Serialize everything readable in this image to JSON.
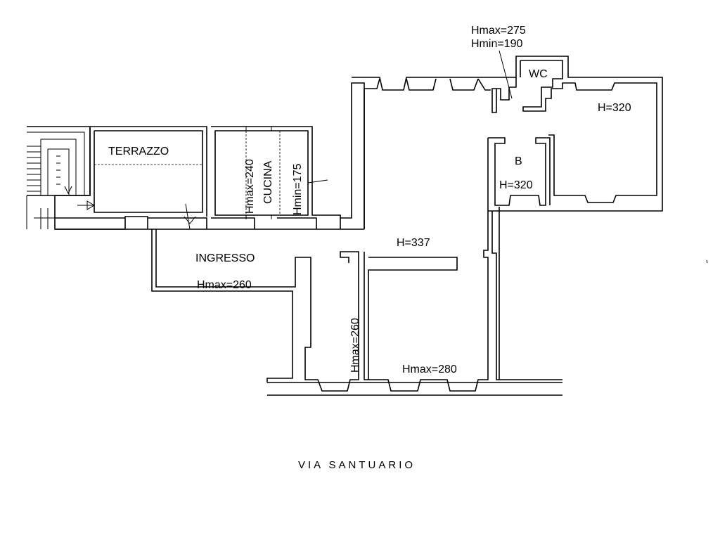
{
  "rooms": {
    "terrazzo": "TERRAZZO",
    "cucina": "CUCINA",
    "ingresso": "INGRESSO",
    "wc": "WC",
    "bagno": "B"
  },
  "heights": {
    "wc_hmax": "Hmax=275",
    "wc_hmin": "Hmin=190",
    "room_ne": "H=320",
    "bagno": "H=320",
    "cucina_hmax": "Hmax=240",
    "cucina_hmin": "Hmin=175",
    "corridor": "H=337",
    "ingresso": "Hmax=260",
    "hall": "Hmax=260",
    "front_room": "Hmax=280"
  },
  "street": "VIA SANTUARIO"
}
